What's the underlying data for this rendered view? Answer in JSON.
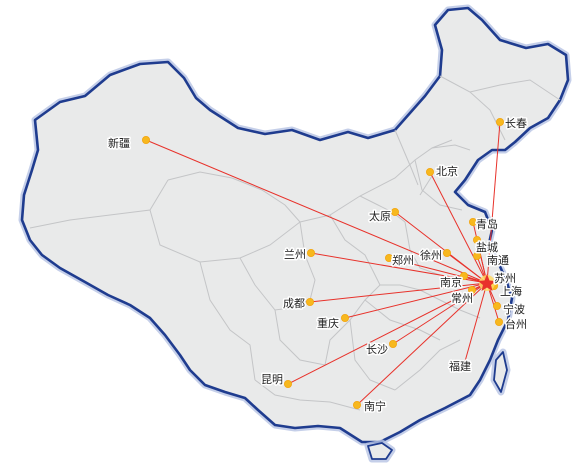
{
  "map": {
    "hub": {
      "label": "苏州",
      "color": "#e8322b"
    },
    "route_color": "#e8322b",
    "city_dot_color": "#f7b81e",
    "cities": [
      {
        "id": "xinjiang",
        "label": "新疆"
      },
      {
        "id": "changchun",
        "label": "长春"
      },
      {
        "id": "beijing",
        "label": "北京"
      },
      {
        "id": "taiyuan",
        "label": "太原"
      },
      {
        "id": "qingdao",
        "label": "青岛"
      },
      {
        "id": "lanzhou",
        "label": "兰州"
      },
      {
        "id": "zhengzhou",
        "label": "郑州"
      },
      {
        "id": "xuzhou",
        "label": "徐州"
      },
      {
        "id": "yancheng",
        "label": "盐城"
      },
      {
        "id": "nantong",
        "label": "南通"
      },
      {
        "id": "shanghai",
        "label": "上海"
      },
      {
        "id": "nanjing",
        "label": "南京"
      },
      {
        "id": "changzhou",
        "label": "常州"
      },
      {
        "id": "ningbo",
        "label": "宁波"
      },
      {
        "id": "taizhou",
        "label": "台州"
      },
      {
        "id": "chengdu",
        "label": "成都"
      },
      {
        "id": "chongqing",
        "label": "重庆"
      },
      {
        "id": "changsha",
        "label": "长沙"
      },
      {
        "id": "fujian",
        "label": "福建"
      },
      {
        "id": "kunming",
        "label": "昆明"
      },
      {
        "id": "nanning",
        "label": "南宁"
      }
    ]
  }
}
